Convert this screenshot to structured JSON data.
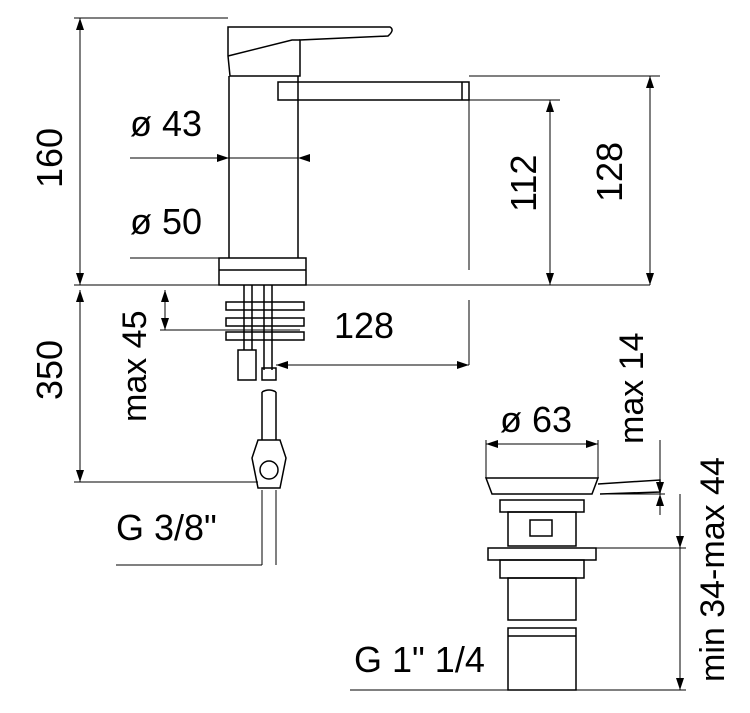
{
  "dimensions": {
    "height_total": "160",
    "diameter_body": "ø 43",
    "diameter_base": "ø 50",
    "spout_height": "112",
    "overall_height": "128",
    "spout_reach": "128",
    "max_deck": "max 45",
    "hose_length": "350",
    "hose_thread": "G 3/8\"",
    "waste_diameter": "ø 63",
    "waste_max_height": "max 14",
    "waste_range": "min 34-max 44",
    "waste_thread": "G 1\" 1/4"
  }
}
